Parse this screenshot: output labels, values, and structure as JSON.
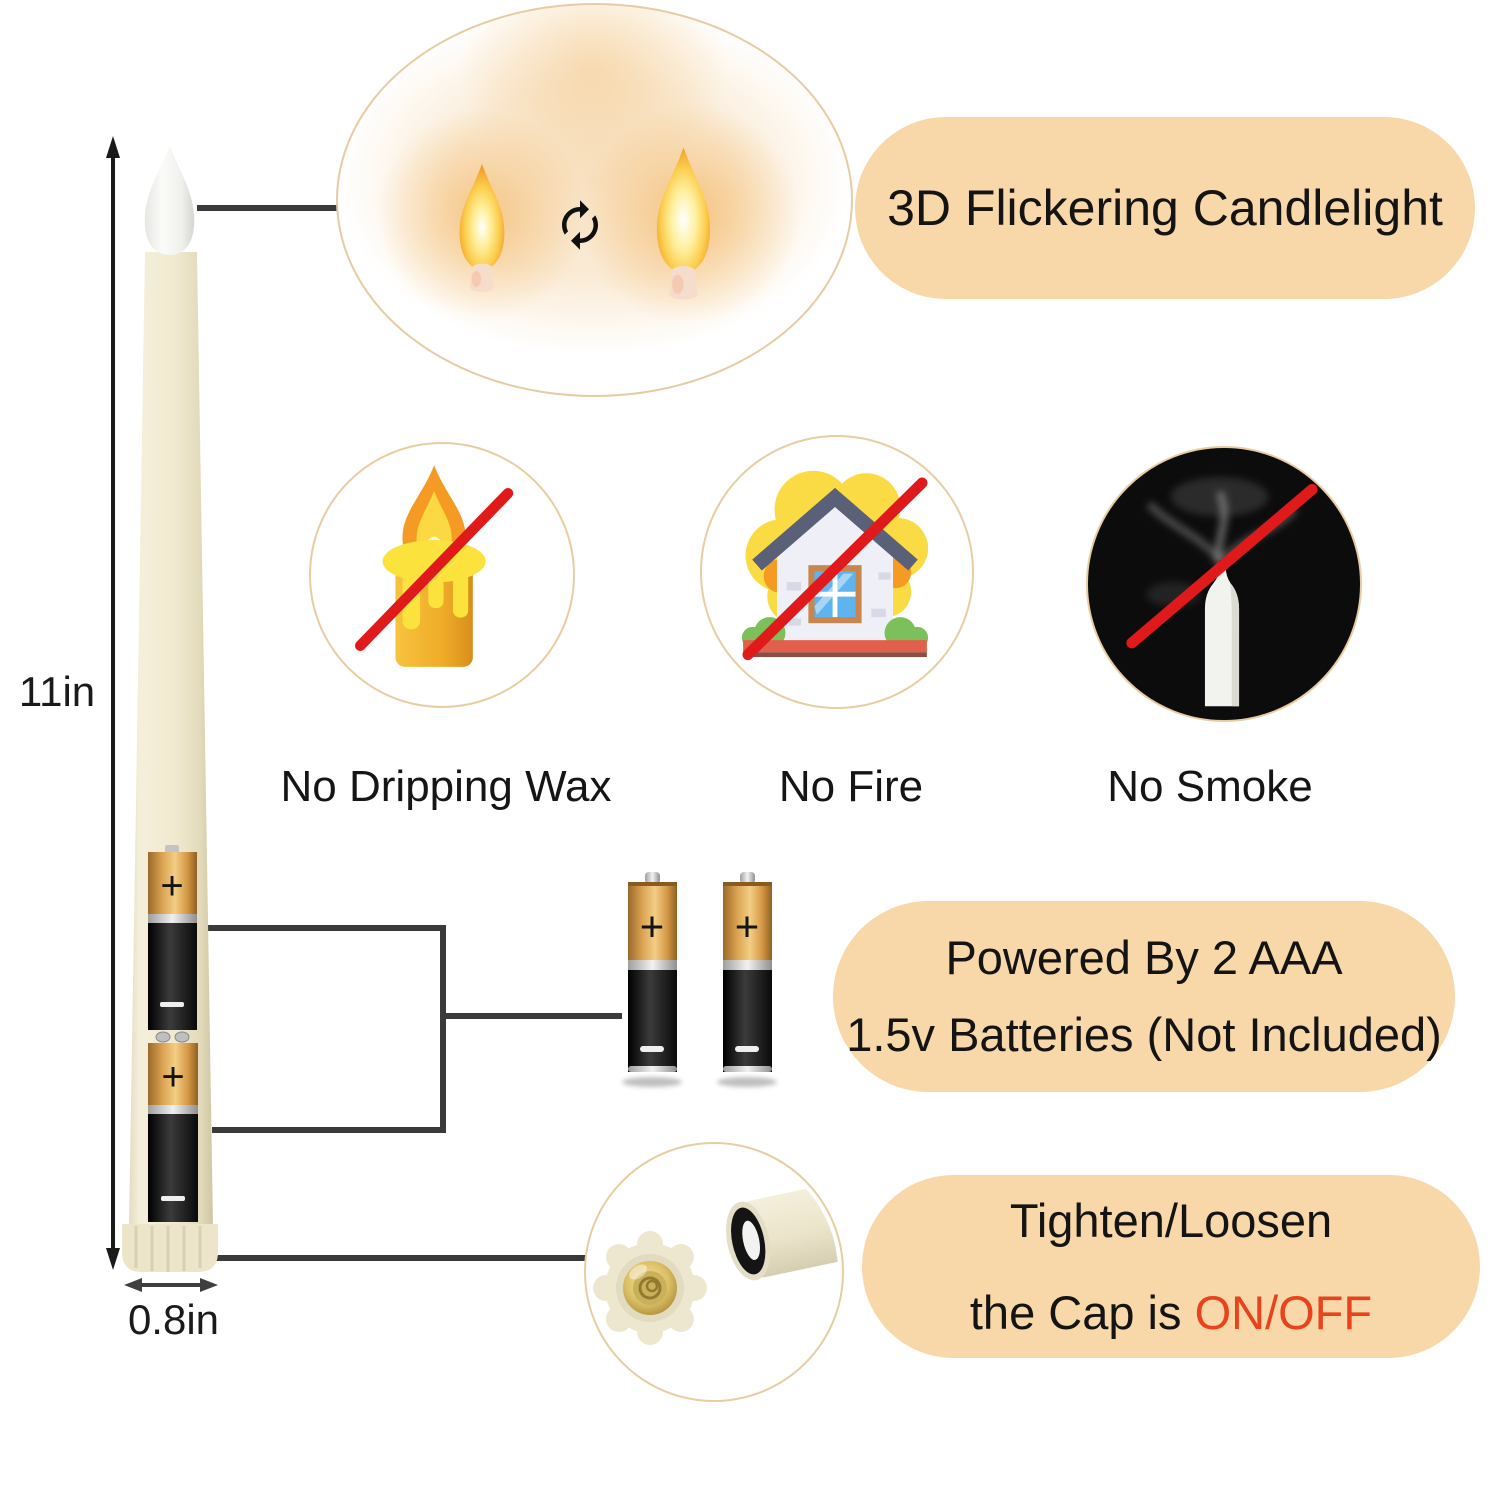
{
  "dimensions": {
    "height_label": "11in",
    "width_label": "0.8in"
  },
  "flicker_callout": {
    "label": "3D Flickering Candlelight"
  },
  "features": [
    {
      "label": "No Dripping Wax"
    },
    {
      "label": "No Fire"
    },
    {
      "label": "No Smoke"
    }
  ],
  "battery_callout": {
    "line1": "Powered By 2 AAA",
    "line2": "1.5v Batteries (Not Included)"
  },
  "cap_callout": {
    "line1": "Tighten/Loosen",
    "line2_prefix": "the Cap is ",
    "line2_highlight": "ON/OFF"
  },
  "battery": {
    "positive_label": "+",
    "negative_label": "−"
  },
  "icons": {
    "rotate": "circular-arrows",
    "flames": "flickering-flame-pair",
    "no_dripping_wax": "crossed-dripping-candle",
    "no_fire": "crossed-burning-house",
    "no_smoke": "crossed-smoking-candle",
    "cap_detail": "cap-bottom-and-candle-tube",
    "batteries": "two-aaa-batteries"
  },
  "colors": {
    "pill_background": "#F8D7A9",
    "text": "#141414",
    "on_off_highlight": "#E8431C",
    "slash_red": "#DD1D1D",
    "circle_border": "#E8CDA2",
    "callout_line": "#3A3A3A",
    "candle_body": "#F0EAD2",
    "battery_gold": "#D99C4C",
    "battery_black": "#1A1A1A"
  }
}
